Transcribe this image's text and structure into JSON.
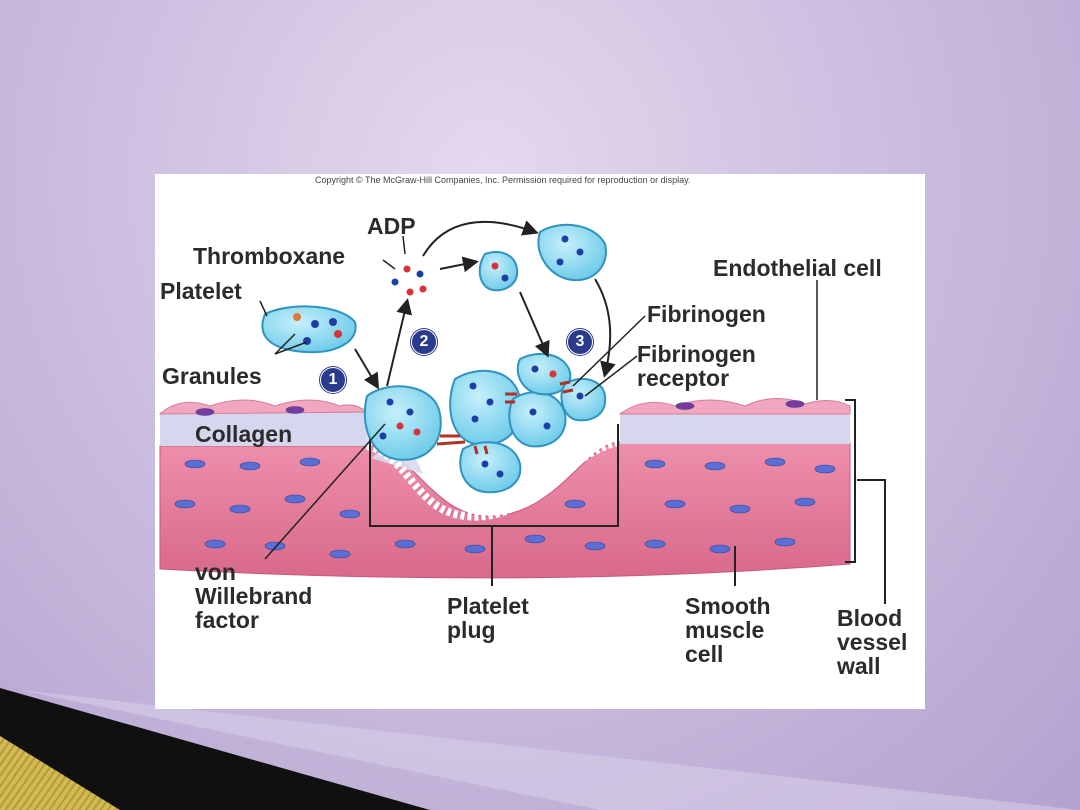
{
  "slide": {
    "background_color": "#c9bbdd",
    "accent_gold": "#c9b04a",
    "accent_dark": "#111111"
  },
  "figure": {
    "copyright": "Copyright © The McGraw-Hill Companies, Inc. Permission required for reproduction or display.",
    "labels": {
      "adp": "ADP",
      "thromboxane": "Thromboxane",
      "platelet": "Platelet",
      "granules": "Granules",
      "collagen": "Collagen",
      "endothelial_cell": "Endothelial cell",
      "fibrinogen": "Fibrinogen",
      "fibrinogen_receptor": "Fibrinogen\nreceptor",
      "von_willebrand_factor": "von\nWillebrand\nfactor",
      "platelet_plug": "Platelet\nplug",
      "smooth_muscle_cell": "Smooth\nmuscle\ncell",
      "blood_vessel_wall": "Blood\nvessel\nwall"
    },
    "steps": [
      "1",
      "2",
      "3"
    ],
    "colors": {
      "platelet": "#7fd4ec",
      "platelet_outline": "#2f93c0",
      "granule_blue": "#1d3fa5",
      "granule_red": "#d8323a",
      "muscle": "#e67f9e",
      "endothelium": "#f0a9c0",
      "collagen": "#d7d9ee",
      "nucleus": "#5b6ed3",
      "fibrinogen_bridge": "#b23026"
    }
  }
}
